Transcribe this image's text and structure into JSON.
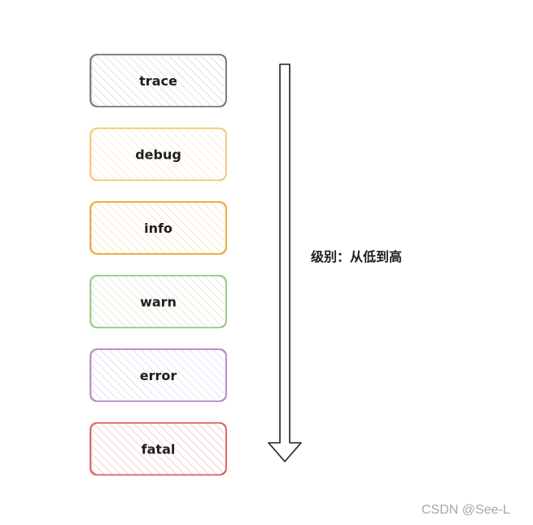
{
  "levels": [
    {
      "label": "trace",
      "stroke": "#6b6b6b",
      "fill": "#cfcfcf"
    },
    {
      "label": "debug",
      "stroke": "#f5c26b",
      "fill": "#fbe3b5"
    },
    {
      "label": "info",
      "stroke": "#e3a224",
      "fill": "#f9d9a6"
    },
    {
      "label": "warn",
      "stroke": "#8fc27a",
      "fill": "#c9e5bd"
    },
    {
      "label": "error",
      "stroke": "#a980c2",
      "fill": "#dccaeb"
    },
    {
      "label": "fatal",
      "stroke": "#d9534f",
      "fill": "#f5b8b8"
    }
  ],
  "arrow": {
    "label": "级别：从低到高",
    "direction": "down",
    "color": "#1e1e1e"
  },
  "watermark": "CSDN @See-L"
}
